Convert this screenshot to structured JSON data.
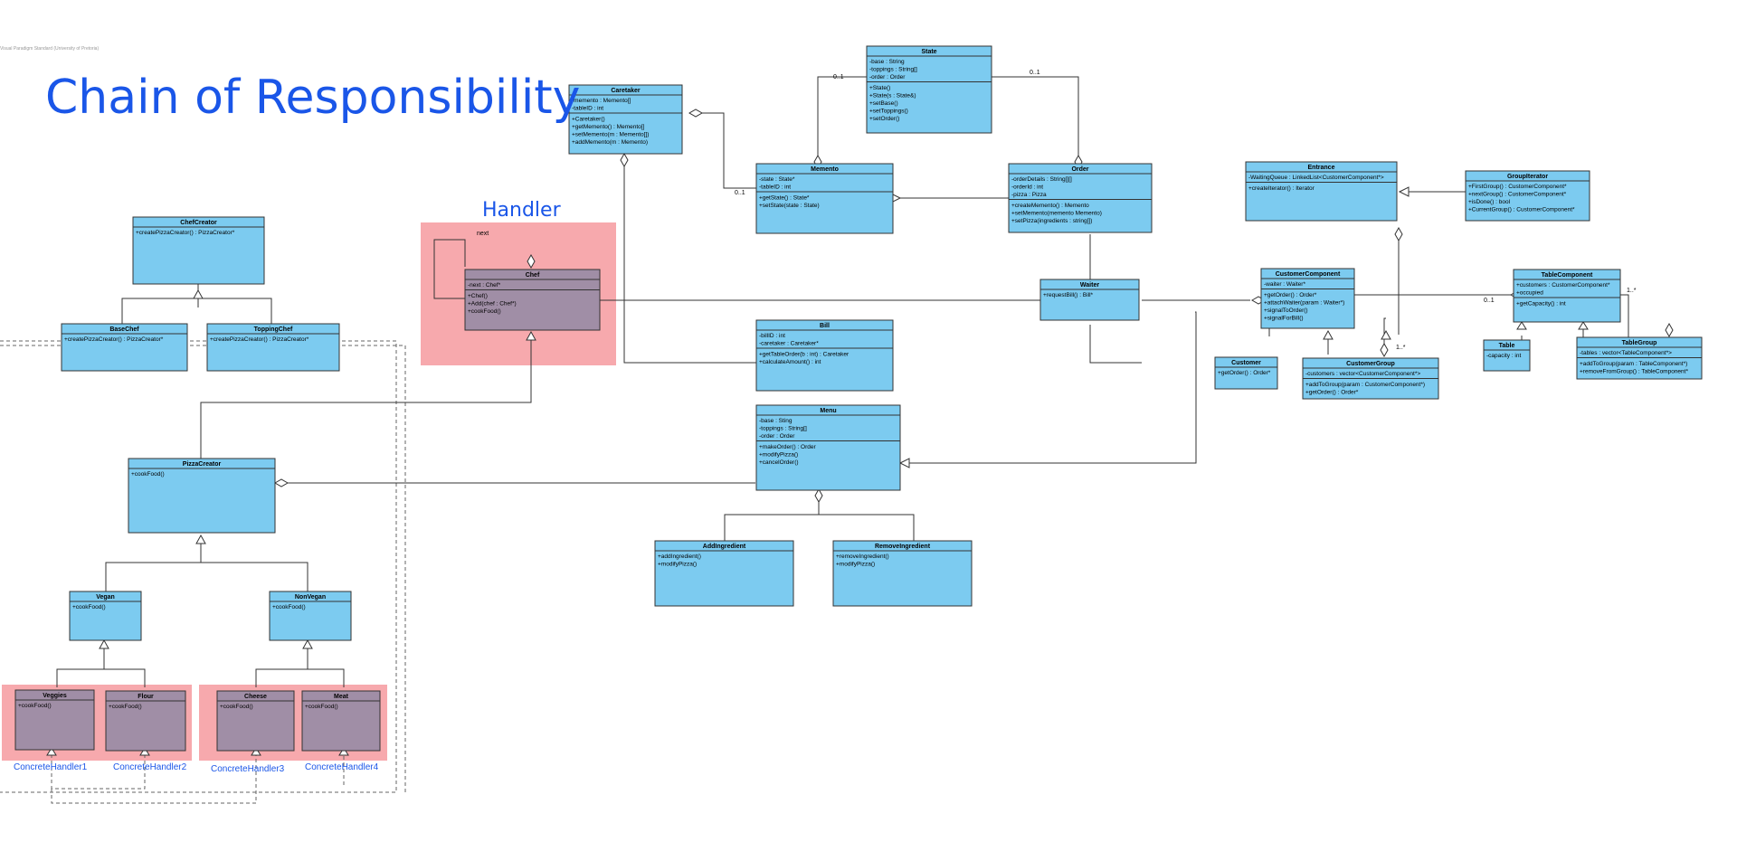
{
  "watermark": "Visual Paradigm Standard (University of Pretoria)",
  "title": "Chain of Responsibility",
  "handler_label": "Handler",
  "next_label": "next",
  "concrete_labels": [
    "ConcreteHandler1",
    "ConcreteHandler2",
    "ConcreteHandler3",
    "ConcreteHandler4"
  ],
  "colors": {
    "class_fill": "#7ccbf0",
    "handler_fill": "#a08ea6",
    "highlight": "#f7a9ad",
    "title": "#1a56e8"
  },
  "classes": [
    {
      "id": "state",
      "name": "State",
      "attrs": [
        "-base : String",
        "-toppings : String[]",
        "-order : Order"
      ],
      "ops": [
        "+State()",
        "+State(s : State&)",
        "+setBase()",
        "+setToppings()",
        "+setOrder()"
      ]
    },
    {
      "id": "caretaker",
      "name": "Caretaker",
      "attrs": [
        "-memento : Memento[]",
        "-tableID : int"
      ],
      "ops": [
        "+Caretaker()",
        "+getMemento() : Memento[]",
        "+setMemento(m : Memento[])",
        "+addMemento(m : Memento)"
      ]
    },
    {
      "id": "memento",
      "name": "Memento",
      "attrs": [
        "-state : State*",
        "-tableID : int"
      ],
      "ops": [
        "+getState() : State*",
        "+setState(state : State)"
      ]
    },
    {
      "id": "order",
      "name": "Order",
      "attrs": [
        "-orderDetails : String[][]",
        "-orderId : int",
        "-pizza : Pizza"
      ],
      "ops": [
        "+createMemento() : Memento",
        "+setMemento(memento Memento)",
        "+setPizza(ingredients : string[])"
      ]
    },
    {
      "id": "chefcreator",
      "name": "ChefCreator",
      "attrs": [
        "+createPizzaCreator() : PizzaCreator*"
      ],
      "ops": []
    },
    {
      "id": "basechef",
      "name": "BaseChef",
      "attrs": [
        "+createPizzaCreator() : PizzaCreator*"
      ],
      "ops": []
    },
    {
      "id": "toppingchef",
      "name": "ToppingChef",
      "attrs": [
        "+createPizzaCreator() : PizzaCreator*"
      ],
      "ops": []
    },
    {
      "id": "chef",
      "name": "Chef",
      "attrs": [
        "-next : Chef*"
      ],
      "ops": [
        "+Chef()",
        "+Add(chef : Chef*)",
        "+cookFood()"
      ]
    },
    {
      "id": "waiter",
      "name": "Waiter",
      "attrs": [
        "+requestBill() : Bill*"
      ],
      "ops": []
    },
    {
      "id": "bill",
      "name": "Bill",
      "attrs": [
        "-billID : int",
        "-caretaker : Caretaker*"
      ],
      "ops": [
        "+getTableOrder(b : int) : Caretaker",
        "+calculateAmount() : int"
      ]
    },
    {
      "id": "menu",
      "name": "Menu",
      "attrs": [
        "-base : Sting",
        "-toppings : String[]",
        "-order : Order"
      ],
      "ops": [
        "+makeOrder() : Order",
        "+modifyPizza()",
        "+cancelOrder()"
      ]
    },
    {
      "id": "pizzacreator",
      "name": "PizzaCreator",
      "attrs": [
        "+cookFood()"
      ],
      "ops": []
    },
    {
      "id": "vegan",
      "name": "Vegan",
      "attrs": [
        "+cookFood()"
      ],
      "ops": []
    },
    {
      "id": "nonvegan",
      "name": "NonVegan",
      "attrs": [
        "+cookFood()"
      ],
      "ops": []
    },
    {
      "id": "veggies",
      "name": "Veggies",
      "attrs": [
        "+cookFood()"
      ],
      "ops": []
    },
    {
      "id": "flour",
      "name": "Flour",
      "attrs": [
        "+cookFood()"
      ],
      "ops": []
    },
    {
      "id": "cheese",
      "name": "Cheese",
      "attrs": [
        "+cookFood()"
      ],
      "ops": []
    },
    {
      "id": "meat",
      "name": "Meat",
      "attrs": [
        "+cookFood()"
      ],
      "ops": []
    },
    {
      "id": "addingredient",
      "name": "AddIngredient",
      "attrs": [
        "+addIngredient()",
        "+modifyPizza()"
      ],
      "ops": []
    },
    {
      "id": "removeingredient",
      "name": "RemoveIngredient",
      "attrs": [
        "+removeIngredient()",
        "+modifyPizza()"
      ],
      "ops": []
    },
    {
      "id": "entrance",
      "name": "Entrance",
      "attrs": [
        "-WaitingQueue : LinkedList<CustomerComponent*>"
      ],
      "ops": [
        "+createIterator() : Iterator"
      ]
    },
    {
      "id": "groupiterator",
      "name": "GroupIterator",
      "attrs": [
        "+FirstGroup() : CustomerComponent*",
        "+nextGroup() : CustomerComponent*",
        "+isDone() : bool",
        "+CurrentGroup() : CustomerComponent*"
      ],
      "ops": []
    },
    {
      "id": "customercomponent",
      "name": "CustomerComponent",
      "attrs": [
        "-waiter : Waiter*"
      ],
      "ops": [
        "+getOrder() : Order*",
        "+attachWaiter(param : Waiter*)",
        "+signalToOrder()",
        "+signalForBill()"
      ]
    },
    {
      "id": "tablecomponent",
      "name": "TableComponent",
      "attrs": [
        "+customers : CustomerComponent*",
        "+occupied"
      ],
      "ops": [
        "+getCapacity() : int"
      ]
    },
    {
      "id": "customer",
      "name": "Customer",
      "attrs": [
        "+getOrder() : Order*"
      ],
      "ops": []
    },
    {
      "id": "customergroup",
      "name": "CustomerGroup",
      "attrs": [
        "-customers : vector<CustomerComponent*>"
      ],
      "ops": [
        "+addToGroup(param : CustomerComponent*)",
        "+getOrder() : Order*"
      ]
    },
    {
      "id": "table",
      "name": "Table",
      "attrs": [
        "-capacity : int"
      ],
      "ops": []
    },
    {
      "id": "tablegroup",
      "name": "TableGroup",
      "attrs": [
        "-tables : vector<TableComponent*>"
      ],
      "ops": [
        "+addToGroup(param : TableComponent*)",
        "+removeFromGroup() : TableComponent*"
      ]
    }
  ],
  "multiplicities": [
    "0..1",
    "0..1",
    "0..1",
    "0..1",
    "1..*",
    "1..*"
  ]
}
